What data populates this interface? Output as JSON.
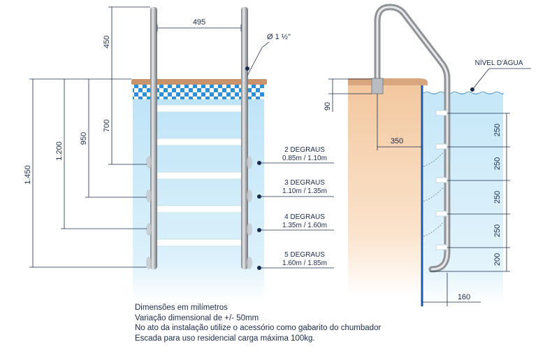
{
  "left_ladder": {
    "dim_width": "495",
    "dim_above_deck": "450",
    "dim_pipe": "Ø 1 ½\"",
    "dim_700": "700",
    "dim_950": "950",
    "dim_1200": "1.200",
    "dim_1450": "1.450",
    "configs": [
      {
        "title": "2 DEGRAUS",
        "range": "0.85m / 1.10m"
      },
      {
        "title": "3 DEGRAUS",
        "range": "1.10m / 1.35m"
      },
      {
        "title": "4 DEGRAUS",
        "range": "1.35m / 1.60m"
      },
      {
        "title": "5 DEGRAUS",
        "range": "1.60m / 1.85m"
      }
    ]
  },
  "side_view": {
    "water_level": "NÍVEL D'ÁGUA",
    "dim_90": "90",
    "dim_350": "350",
    "dim_160": "160",
    "step_spacing": [
      "250",
      "250",
      "250",
      "250",
      "200"
    ]
  },
  "notes": [
    "Dimensões em milímetros",
    "Variação dimensional de +/- 50mm",
    "No ato da instalação utilize o acessório como gabarito do chumbador",
    "Escada para uso residencial carga máxima 100kg."
  ],
  "colors": {
    "water": "#cfeaf8",
    "deck": "#c8926a",
    "pipe": "#b8bcc0",
    "dim_line": "#1a2a4a"
  }
}
